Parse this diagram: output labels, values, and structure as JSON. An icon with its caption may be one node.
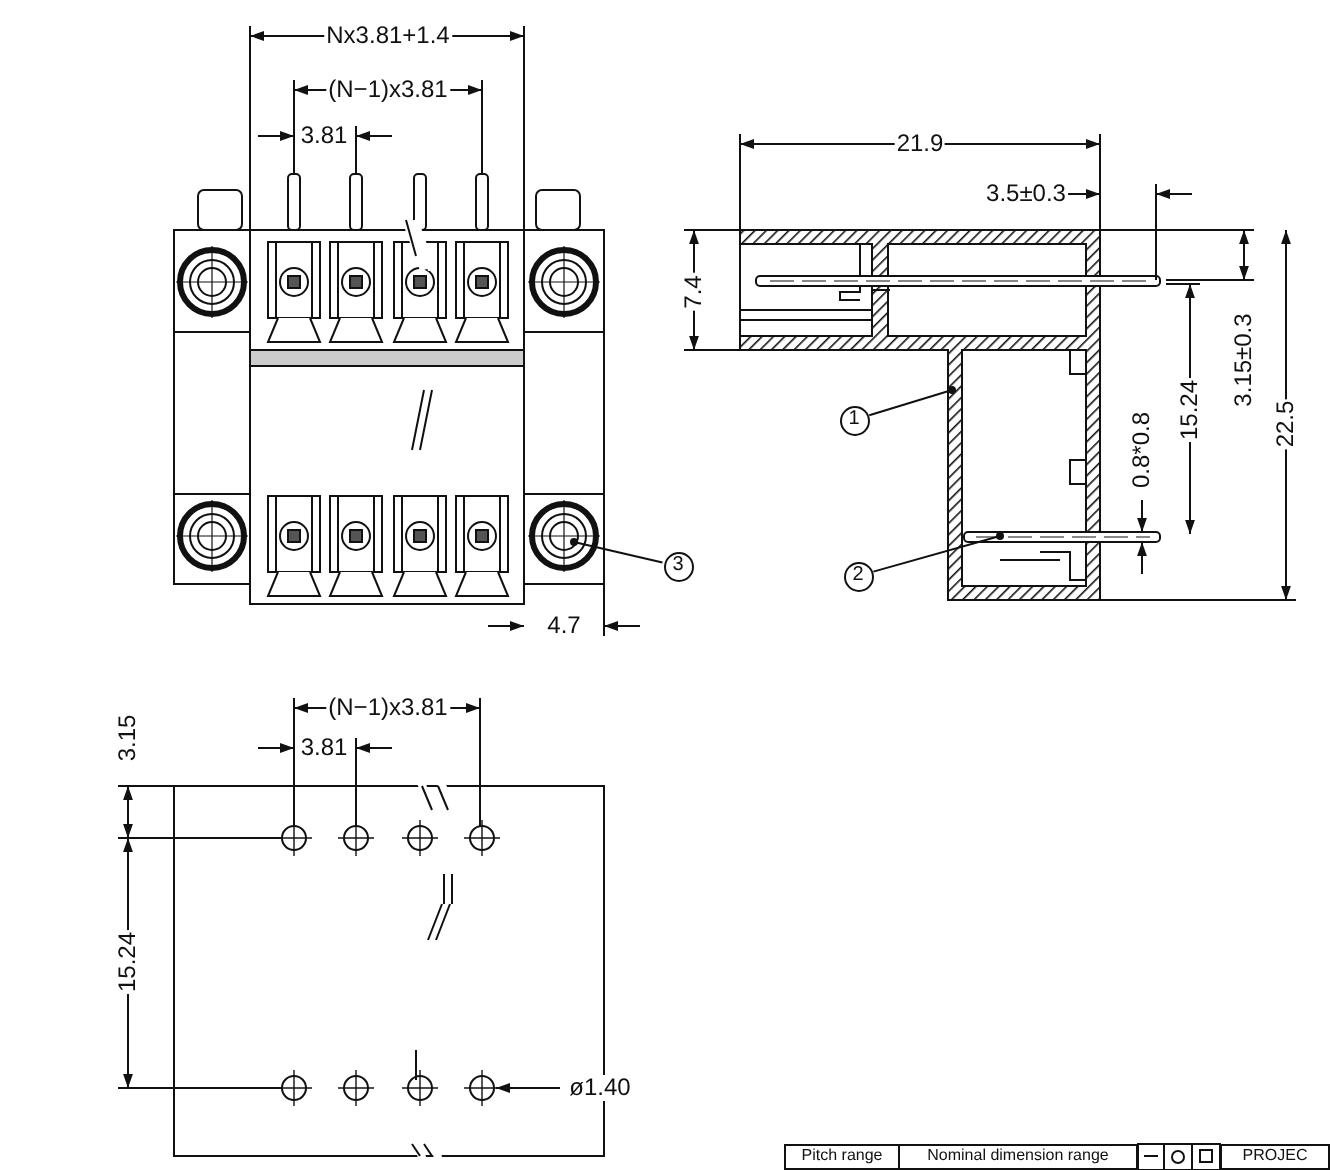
{
  "diagram": {
    "nodes": [
      {
        "text": [
          "3"
        ]
      },
      {
        "text": [
          "1"
        ]
      },
      {
        "text": [
          "2"
        ]
      }
    ],
    "edges": [
      {
        "from": 0,
        "to": null,
        "arrow": "other"
      },
      {
        "from": 1,
        "to": null,
        "arrow": "other"
      },
      {
        "from": 2,
        "to": null,
        "arrow": "other"
      }
    ],
    "labels": [
      "Nx3.81+1.4",
      "(N−1)x3.81",
      "3.81",
      "21.9",
      "3.5±0.3",
      "7.4",
      "3.15±0.3",
      "22.5",
      "15.24",
      "0.8*0.8",
      "4.7",
      "(N−1)x3.81",
      "3.81",
      "3.15",
      "15.24",
      "ø1.40",
      "Pitch range",
      "Nominal dimension range",
      "PROJEC"
    ]
  }
}
